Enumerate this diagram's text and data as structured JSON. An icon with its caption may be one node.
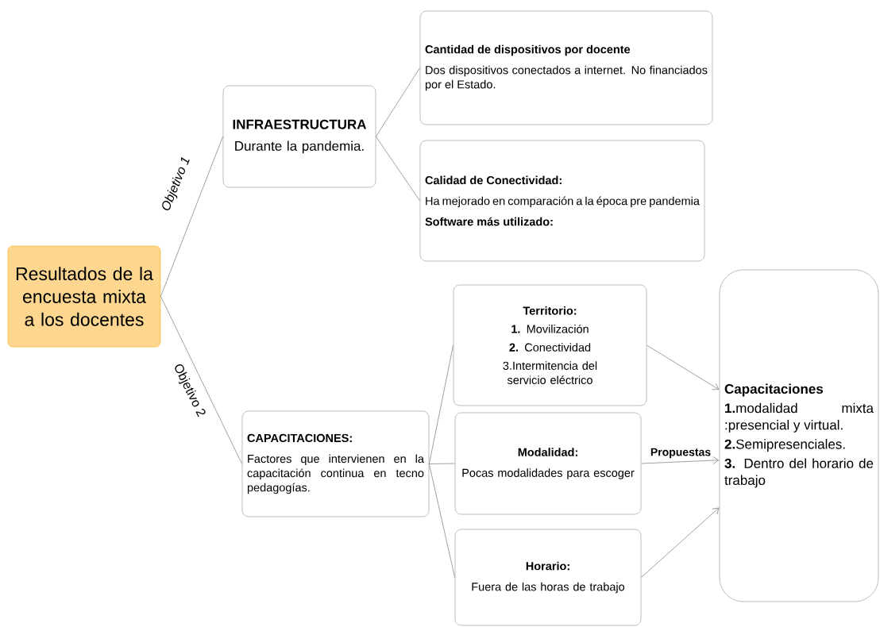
{
  "diagram": {
    "nodes": [
      {
        "text": [
          "Resultados de la encuesta mixta a los docentes"
        ]
      },
      {
        "text": [
          "INFRAESTRUCTURA",
          "Durante la pandemia."
        ]
      },
      {
        "text": [
          "Cantidad de dispositivos por docente",
          "Dos dispositivos conectados a internet. No financiados por el Estado."
        ]
      },
      {
        "text": [
          "Calidad de Conectividad:",
          "Ha mejorado en comparación a la época pre pandemia",
          "Software más utilizado:"
        ]
      },
      {
        "text": [
          "CAPACITACIONES:",
          "Factores que intervienen en la capacitación continua en tecno pedagogías."
        ]
      },
      {
        "text": [
          "Territorio:",
          "**1.** Movilización",
          "**2.** Conectividad",
          "3.Intermitencia del servicio eléctrico"
        ]
      },
      {
        "text": [
          "Modalidad:",
          "Pocas modalidades para escoger"
        ]
      },
      {
        "text": [
          "Horario:",
          "Fuera de las horas de trabajo"
        ]
      },
      {
        "text": [
          "Capacitaciones",
          "**1.**modalidad mixta :presencial y virtual.",
          "**2.**Semipresenciales.",
          "**3.** Dentro del horario de trabajo"
        ]
      }
    ],
    "edges": [
      {
        "from": 0,
        "to": 1,
        "arrow": "none",
        "label": "Objetivo 1"
      },
      {
        "from": 0,
        "to": 4,
        "arrow": "none",
        "label": "Objetivo 2"
      },
      {
        "from": 1,
        "to": 2,
        "arrow": "none"
      },
      {
        "from": 1,
        "to": 3,
        "arrow": "none"
      },
      {
        "from": 4,
        "to": 5,
        "arrow": "none"
      },
      {
        "from": 4,
        "to": 6,
        "arrow": "none"
      },
      {
        "from": 4,
        "to": 7,
        "arrow": "none"
      },
      {
        "from": 5,
        "to": 8,
        "arrow": "to"
      },
      {
        "from": 6,
        "to": 8,
        "arrow": "to",
        "label": "Propuestas"
      },
      {
        "from": 7,
        "to": 8,
        "arrow": "to"
      }
    ]
  }
}
